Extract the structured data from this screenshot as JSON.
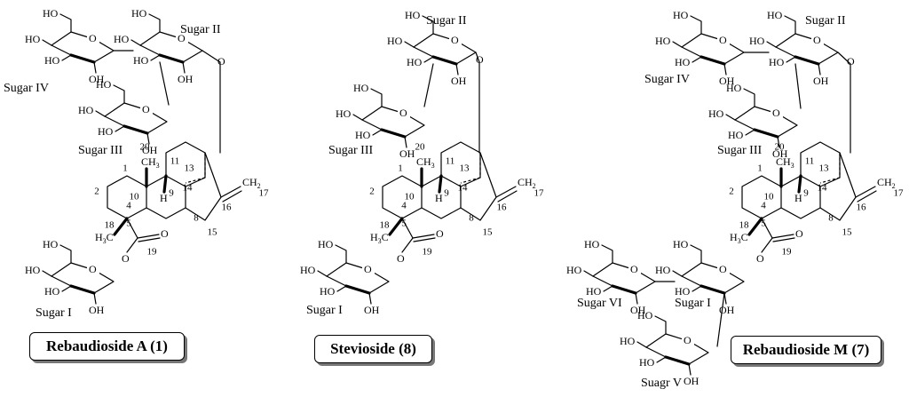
{
  "molecules": [
    {
      "label": "Rebaudioside A (1)",
      "sugars": {
        "I": "Sugar I",
        "II": "Sugar II",
        "III": "Sugar III",
        "IV": "Sugar IV"
      }
    },
    {
      "label": "Stevioside (8)",
      "sugars": {
        "I": "Sugar I",
        "II": "Sugar II",
        "III": "Sugar III"
      }
    },
    {
      "label": "Rebaudioside M (7)",
      "sugars": {
        "I": "Sugar I",
        "II": "Sugar  II",
        "III": "Sugar III",
        "IV": "Sugar IV",
        "V": "Suagr V",
        "VI": "Sugar VI"
      }
    }
  ],
  "atoms": {
    "hydroxyl": "HO",
    "hydroxyl_right": "OH",
    "oxygen": "O",
    "hydrogen": "H",
    "methyl": "H3C",
    "methyl_label": "H",
    "methyl_sub": "3",
    "methyl_c": "C",
    "methylene": "CH",
    "methylene_sub": "2",
    "ch3": "CH",
    "ch3_sub": "3"
  },
  "positions": [
    "1",
    "2",
    "4",
    "5",
    "8",
    "9",
    "10",
    "11",
    "13",
    "14",
    "15",
    "16",
    "17",
    "18",
    "19",
    "20"
  ]
}
